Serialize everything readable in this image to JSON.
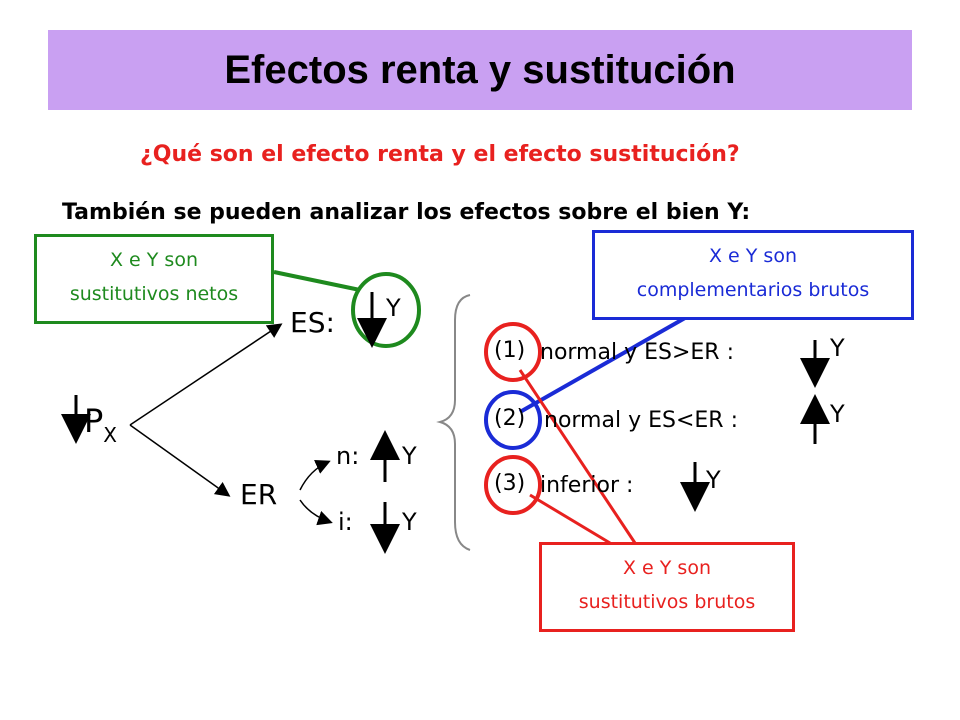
{
  "title": "Efectos renta y sustitución",
  "question": "¿Qué son el efecto renta y el efecto sustitución?",
  "subtitle": "También se pueden analizar los efectos sobre el bien Y:",
  "boxes": {
    "green": {
      "line1": "X e Y son",
      "line2": "sustitutivos netos",
      "color": "#1e8a1e"
    },
    "blue": {
      "line1": "X e Y son",
      "line2": "complementarios brutos",
      "color": "#1a2bd6"
    },
    "red": {
      "line1": "X e Y son",
      "line2": "sustitutivos brutos",
      "color": "#e8211f"
    }
  },
  "diagram": {
    "px_main": "P",
    "px_sub": "X",
    "es_label": "ES:",
    "es_y": "Y",
    "er_label": "ER",
    "n_label": "n:",
    "n_y": "Y",
    "i_label": "i:",
    "i_y": "Y"
  },
  "cases": [
    {
      "num": "(1)",
      "text": "normal y ES>ER :",
      "y": "Y"
    },
    {
      "num": "(2)",
      "text": "normal y ES<ER :",
      "y": "Y"
    },
    {
      "num": "(3)",
      "text": "inferior :",
      "y": "Y"
    }
  ],
  "colors": {
    "title_bg": "#c9a0f2",
    "question": "#e8211f"
  }
}
